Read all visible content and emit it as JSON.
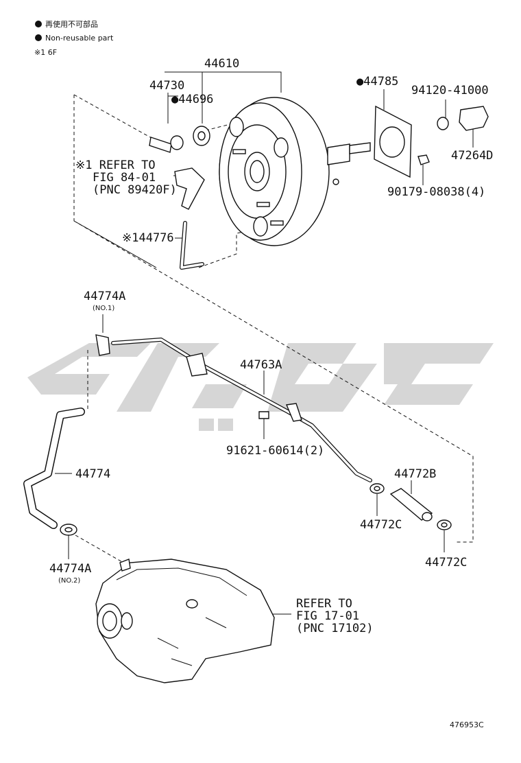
{
  "legend": {
    "line1": "再使用不可部品",
    "line2": "Non-reusable part",
    "line3": "※1 6F"
  },
  "labels": {
    "p44610": "44610",
    "p44730": "44730",
    "p44696": "●44696",
    "p44785": "●44785",
    "p94120": "94120-41000",
    "p47264d": "47264D",
    "p90179": "90179-08038(4)",
    "refer1_a": "※1 REFER TO",
    "refer1_b": "FIG 84-01",
    "refer1_c": "(PNC 89420F)",
    "p44776": "※144776",
    "p44774a_top": "44774A",
    "no1": "(NO.1)",
    "p44763a": "44763A",
    "p91621": "91621-60614(2)",
    "p44774": "44774",
    "p44772b": "44772B",
    "p44772c_a": "44772C",
    "p44772c_b": "44772C",
    "p44774a_bot": "44774A",
    "no2": "(NO.2)",
    "refer2_a": "REFER TO",
    "refer2_b": "FIG 17-01",
    "refer2_c": "(PNC 17102)",
    "figure_id": "476953C"
  }
}
